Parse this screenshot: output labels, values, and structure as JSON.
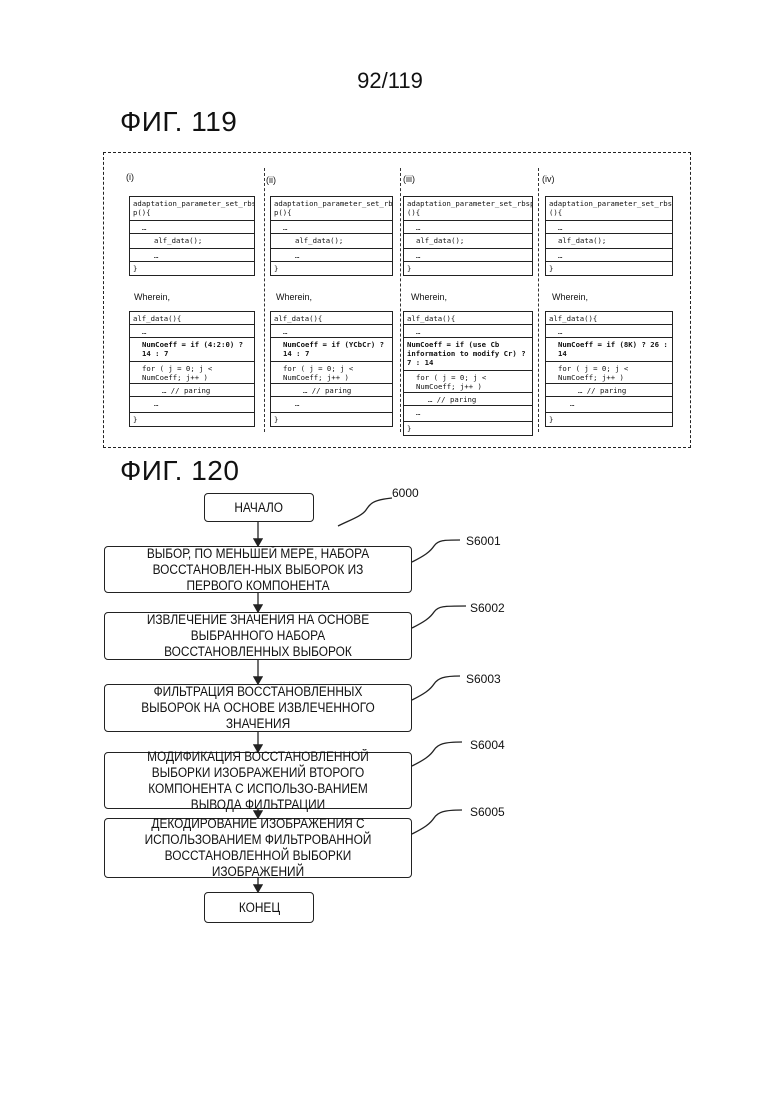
{
  "page_number": "92/119",
  "fig119": {
    "title": "ФИГ. 119",
    "columns": [
      {
        "label": "(i)",
        "aps": [
          "adaptation_parameter_set_rbs p(){",
          "…",
          "alf_data();",
          "…",
          "}"
        ],
        "wherein": "Wherein,",
        "alf": [
          "alf_data(){",
          "…",
          "NumCoeff = if (4:2:0) ? 14 : 7",
          "for ( j = 0; j < NumCoeff; j++ )",
          "… // paring coefficients",
          "…",
          "}"
        ]
      },
      {
        "label": "(ii)",
        "aps": [
          "adaptation_parameter_set_rbs p(){",
          "…",
          "alf_data();",
          "…",
          "}"
        ],
        "wherein": "Wherein,",
        "alf": [
          "alf_data(){",
          "…",
          "NumCoeff = if (YCbCr) ? 14 : 7",
          "for ( j = 0; j < NumCoeff; j++ )",
          "… // paring coefficients",
          "…",
          "}"
        ]
      },
      {
        "label": "(iii)",
        "aps": [
          "adaptation_parameter_set_rbsp (){",
          "…",
          "alf_data();",
          "…",
          "}"
        ],
        "wherein": "Wherein,",
        "alf": [
          "alf_data(){",
          "…",
          "NumCoeff = if (use Cb information to modify Cr) ? 7 : 14",
          "for ( j = 0; j < NumCoeff; j++ )",
          "… // paring coefficients",
          "…",
          "}"
        ]
      },
      {
        "label": "(iv)",
        "aps": [
          "adaptation_parameter_set_rbsp (){",
          "…",
          "alf_data();",
          "…",
          "}"
        ],
        "wherein": "Wherein,",
        "alf": [
          "alf_data(){",
          "…",
          "NumCoeff = if (8K) ? 26 : 14",
          "for ( j = 0; j < NumCoeff; j++ )",
          "… // paring coefficients",
          "…",
          "}"
        ]
      }
    ]
  },
  "fig120": {
    "title": "ФИГ. 120",
    "start": "НАЧАЛО",
    "start_ref": "6000",
    "steps": [
      {
        "label": "S6001",
        "text": "ВЫБОР, ПО МЕНЬШЕЙ МЕРЕ, НАБОРА ВОССТАНОВЛЕН-НЫХ ВЫБОРОК ИЗ ПЕРВОГО КОМПОНЕНТА"
      },
      {
        "label": "S6002",
        "text": "ИЗВЛЕЧЕНИЕ ЗНАЧЕНИЯ НА ОСНОВЕ ВЫБРАННОГО НАБОРА ВОССТАНОВЛЕННЫХ ВЫБОРОК"
      },
      {
        "label": "S6003",
        "text": "ФИЛЬТРАЦИЯ ВОССТАНОВЛЕННЫХ ВЫБОРОК НА ОСНОВЕ ИЗВЛЕЧЕННОГО ЗНАЧЕНИЯ"
      },
      {
        "label": "S6004",
        "text": "МОДИФИКАЦИЯ ВОССТАНОВЛЕННОЙ ВЫБОРКИ ИЗОБРАЖЕНИЙ ВТОРОГО КОМПОНЕНТА С ИСПОЛЬЗО-ВАНИЕМ ВЫВОДА ФИЛЬТРАЦИИ"
      },
      {
        "label": "S6005",
        "text": "ДЕКОДИРОВАНИЕ ИЗОБРАЖЕНИЯ С ИСПОЛЬЗОВАНИЕМ ФИЛЬТРОВАННОЙ ВОССТАНОВЛЕННОЙ ВЫБОРКИ ИЗОБРАЖЕНИЙ"
      }
    ],
    "end": "КОНЕЦ"
  }
}
